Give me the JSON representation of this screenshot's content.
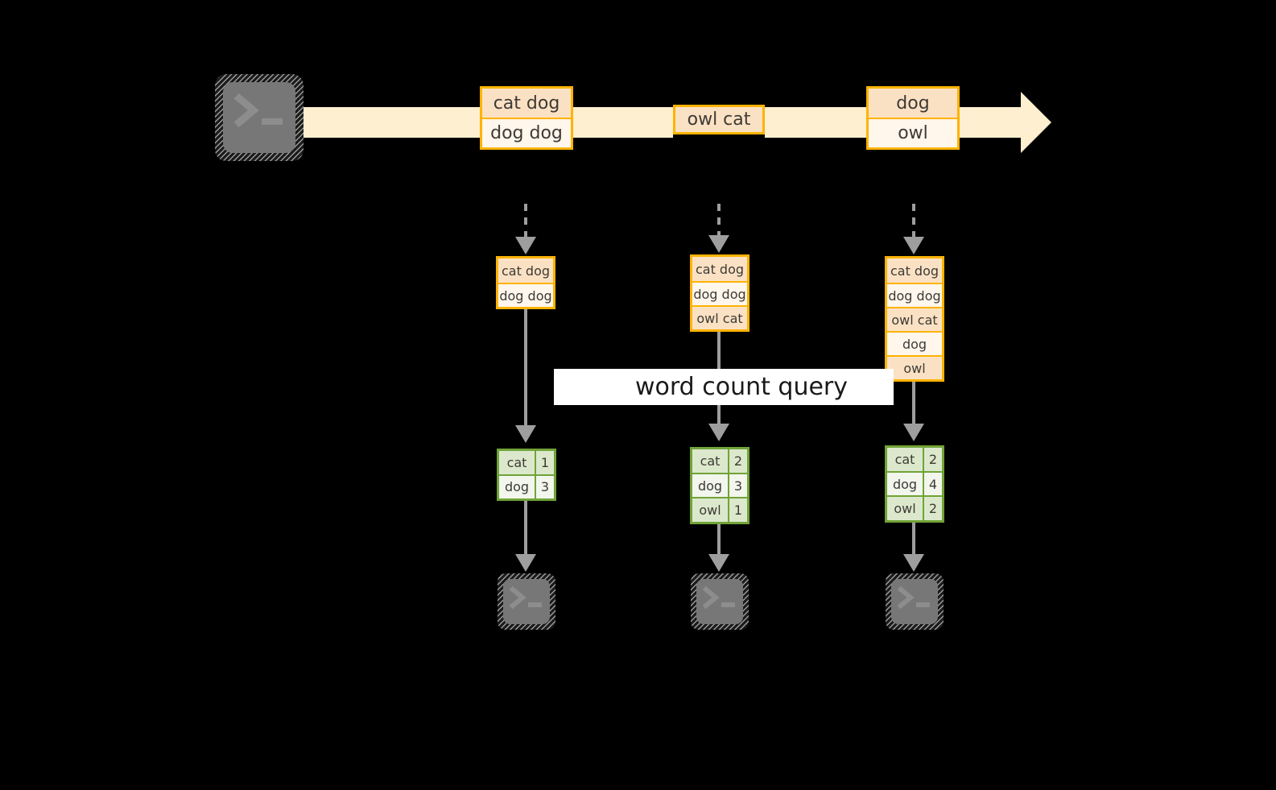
{
  "diagram": {
    "title_label": "word count query",
    "colors": {
      "background": "#000000",
      "stream_band": "#FDEFCF",
      "record_border": "#FFB300",
      "record_fill_dark": "#FBE1C4",
      "record_fill_light": "#FFF6EC",
      "result_border": "#71A338",
      "result_fill_dark": "#DCE8CC",
      "result_fill_light": "#F2F6EC",
      "connector": "#9E9E9E",
      "terminal_face": "#777777",
      "label_band": "#FFFFFF"
    },
    "source": {
      "icon": "terminal-prompt-icon",
      "glyph": ">_"
    },
    "stream": {
      "direction_icon": "arrow-right-icon",
      "messages": [
        {
          "lines": [
            "cat dog",
            "dog dog"
          ]
        },
        {
          "lines": [
            "owl cat"
          ]
        },
        {
          "lines": [
            "dog",
            "owl"
          ]
        }
      ]
    },
    "snapshots": [
      {
        "input_arrow_icon": "dashed-arrow-down-icon",
        "records": [
          "cat dog",
          "dog dog"
        ],
        "results": {
          "keys": [
            "cat",
            "dog"
          ],
          "values": [
            "1",
            "3"
          ]
        },
        "sink_icon": "terminal-prompt-icon",
        "sink_glyph": ">_"
      },
      {
        "input_arrow_icon": "dashed-arrow-down-icon",
        "records": [
          "cat dog",
          "dog dog",
          "owl cat"
        ],
        "results": {
          "keys": [
            "cat",
            "dog",
            "owl"
          ],
          "values": [
            "2",
            "3",
            "1"
          ]
        },
        "sink_icon": "terminal-prompt-icon",
        "sink_glyph": ">_"
      },
      {
        "input_arrow_icon": "dashed-arrow-down-icon",
        "records": [
          "cat dog",
          "dog dog",
          "owl cat",
          "dog",
          "owl"
        ],
        "results": {
          "keys": [
            "cat",
            "dog",
            "owl"
          ],
          "values": [
            "2",
            "4",
            "2"
          ]
        },
        "sink_icon": "terminal-prompt-icon",
        "sink_glyph": ">_"
      }
    ]
  }
}
